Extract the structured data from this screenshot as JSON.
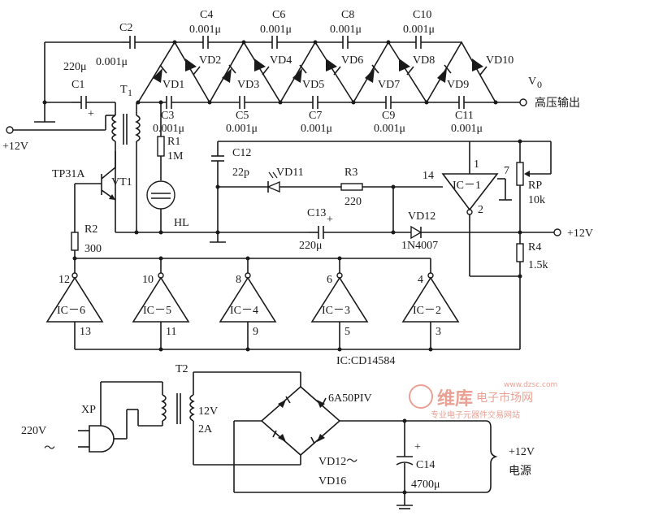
{
  "multiplier": {
    "caps_top": [
      {
        "name": "C2",
        "value": "0.001μ"
      },
      {
        "name": "C4",
        "value": "0.001μ"
      },
      {
        "name": "C6",
        "value": "0.001μ"
      },
      {
        "name": "C8",
        "value": "0.001μ"
      },
      {
        "name": "C10",
        "value": "0.001μ"
      }
    ],
    "caps_bottom": [
      {
        "name": "C3",
        "value": "0.001μ"
      },
      {
        "name": "C5",
        "value": "0.001μ"
      },
      {
        "name": "C7",
        "value": "0.001μ"
      },
      {
        "name": "C9",
        "value": "0.001μ"
      },
      {
        "name": "C11",
        "value": "0.001μ"
      }
    ],
    "diodes": [
      "VD1",
      "VD2",
      "VD3",
      "VD4",
      "VD5",
      "VD6",
      "VD7",
      "VD8",
      "VD9",
      "VD10"
    ],
    "output_symbol": "V",
    "output_sub": "0",
    "output_label": "高压输出"
  },
  "driver": {
    "c1_value": "220μ",
    "c1_name": "C1",
    "c1_plus": "+",
    "supply_left": "+12V",
    "transistor_model": "TP31A",
    "transistor_name": "VT1",
    "t1_name": "T",
    "t1_sub": "1",
    "r1_name": "R1",
    "r1_value": "1M",
    "hl_name": "HL",
    "r2_name": "R2",
    "r2_value": "300"
  },
  "oscillator": {
    "c12_name": "C12",
    "c12_value": "22p",
    "vd11": "VD11",
    "r3_name": "R3",
    "r3_value": "220",
    "ic1_label": "IC－1",
    "ic1_pins": {
      "in": "14",
      "top": "1",
      "right": "7",
      "out": "2"
    },
    "rp_name": "RP",
    "rp_value": "10k",
    "c13_name": "C13",
    "c13_value": "220μ",
    "c13_plus": "+",
    "vd12_name": "VD12",
    "vd12_model": "1N4007",
    "supply_right": "+12V",
    "r4_name": "R4",
    "r4_value": "1.5k"
  },
  "buffers": [
    {
      "label": "IC－6",
      "in": "13",
      "out": "12"
    },
    {
      "label": "IC－5",
      "in": "11",
      "out": "10"
    },
    {
      "label": "IC－4",
      "in": "9",
      "out": "8"
    },
    {
      "label": "IC－3",
      "in": "5",
      "out": "6"
    },
    {
      "label": "IC－2",
      "in": "3",
      "out": "4"
    }
  ],
  "ic_note": "IC:CD14584",
  "psu": {
    "t2_name": "T2",
    "xp_name": "XP",
    "mains": "220V",
    "mains_symbol": "～",
    "sec_voltage": "12V",
    "sec_current": "2A",
    "bridge_rating": "6A50PIV",
    "bridge_names": "VD12～",
    "bridge_names2": "VD16",
    "c14_name": "C14",
    "c14_value": "4700μ",
    "c14_plus": "+",
    "out_voltage": "+12V",
    "out_label": "电源"
  },
  "watermark": {
    "brand": "维库",
    "brand_sub": "电子市场网",
    "url": "www.dzsc.com",
    "tagline": "专业电子元器件交易网站"
  }
}
